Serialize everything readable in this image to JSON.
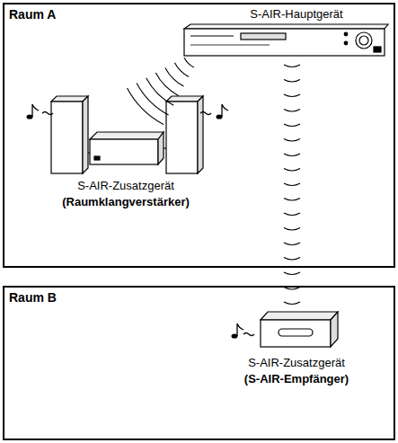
{
  "diagram": {
    "nodes": [
      {
        "text": [
          "Raum A"
        ]
      },
      {
        "text": [
          "Raum B"
        ]
      },
      {
        "text": [
          "S-AIR-Hauptgerät"
        ],
        "in": 0
      },
      {
        "text": [
          "S-AIR-Zusatzgerät",
          "(Raumklangverstärker)"
        ],
        "in": 0
      },
      {
        "text": [
          "S-AIR-Zusatzgerät",
          "(S-AIR-Empfänger)"
        ],
        "in": 1
      }
    ]
  }
}
